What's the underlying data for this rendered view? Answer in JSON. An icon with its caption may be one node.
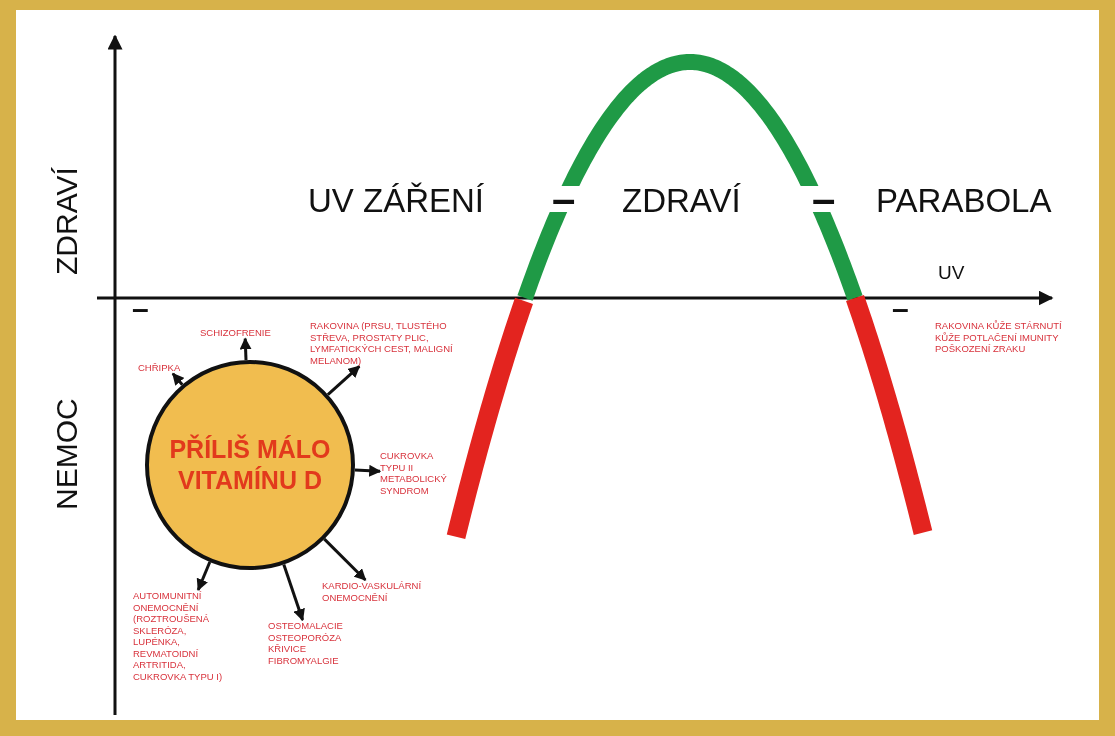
{
  "diagram": {
    "nodes": [
      {
        "text": [
          "PŘÍLIŠ MÁLO VITAMÍNU D"
        ]
      },
      {
        "text": [
          "CHŘIPKA"
        ]
      },
      {
        "text": [
          "SCHIZOFRENIE"
        ]
      },
      {
        "text": [
          "RAKOVINA (PRSU, TLUSTÉHO STŘEVA, PROSTATY PLIC, LYMFATICKÝCH CEST, MALIGNÍ MELANOM)"
        ]
      },
      {
        "text": [
          "CUKROVKA TYPU II METABOLICKÝ SYNDROM"
        ]
      },
      {
        "text": [
          "KARDIO-VASKULÁRNÍ ONEMOCNĚNÍ"
        ]
      },
      {
        "text": [
          "OSTEOMALACIE OSTEOPORÓZA KŘIVICE FIBROMYALGIE"
        ]
      },
      {
        "text": [
          "AUTOIMUNITNÍ ONEMOCNĚNÍ (ROZTROUŠENÁ SKLERÓZA, LUPÉNKA, REVMATOIDNÍ ARTRITIDA, CUKROVKA TYPU I)"
        ]
      }
    ],
    "edges": [
      {
        "from": 0,
        "to": 1,
        "arrow": "to"
      },
      {
        "from": 0,
        "to": 2,
        "arrow": "to"
      },
      {
        "from": 0,
        "to": 3,
        "arrow": "to"
      },
      {
        "from": 0,
        "to": 4,
        "arrow": "to"
      },
      {
        "from": 0,
        "to": 5,
        "arrow": "to"
      },
      {
        "from": 0,
        "to": 6,
        "arrow": "to"
      },
      {
        "from": 0,
        "to": 7,
        "arrow": "to"
      }
    ],
    "labels": [
      "ZDRAVÍ",
      "UV ZÁŘENÍ",
      "–",
      "ZDRAVÍ",
      "–",
      "PARABOLA",
      "UV",
      "NEMOC",
      "–",
      "–",
      "RAKOVINA KŮŽE STÁRNUTÍ KŮŽE POTLAČENÍ IMUNITY POŠKOZENÍ ZRAKU"
    ]
  }
}
